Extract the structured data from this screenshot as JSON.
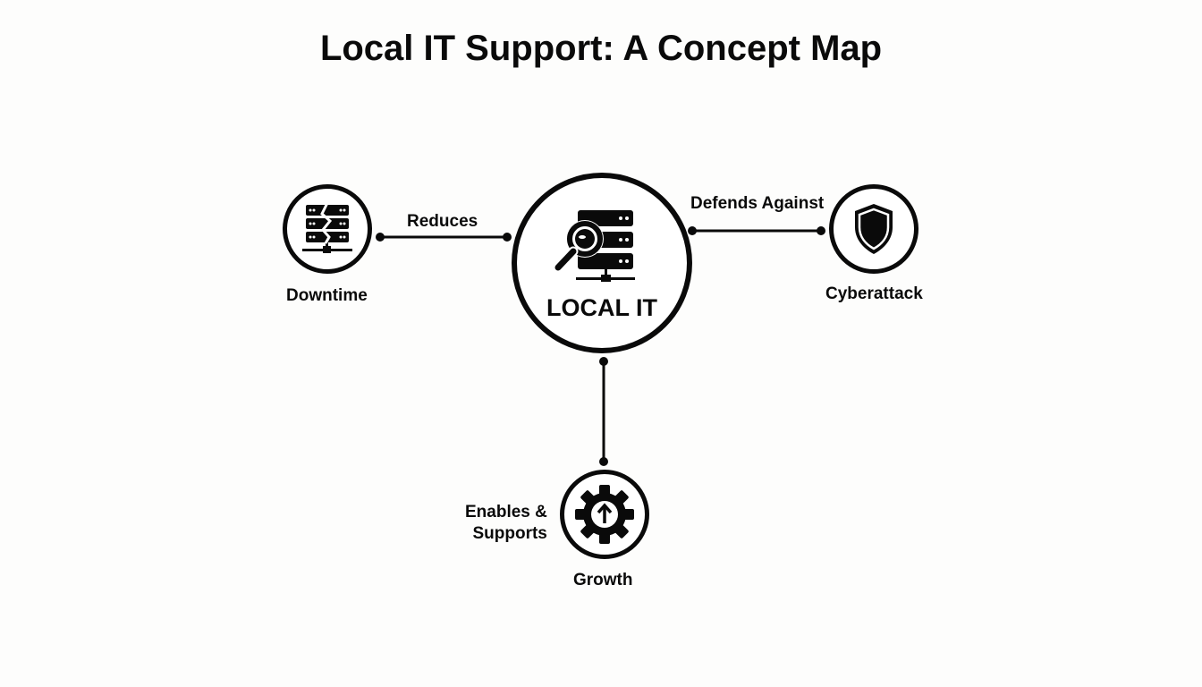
{
  "title": "Local IT Support: A Concept Map",
  "center_node": {
    "label": "LOCAL IT",
    "icon": "server-search-icon"
  },
  "nodes": [
    {
      "id": "downtime",
      "label": "Downtime",
      "icon": "broken-server-icon"
    },
    {
      "id": "cyberattack",
      "label": "Cyberattack",
      "icon": "shield-icon"
    },
    {
      "id": "growth",
      "label": "Growth",
      "icon": "gear-arrow-up-icon"
    }
  ],
  "edges": [
    {
      "from": "LOCAL IT",
      "to": "Downtime",
      "label": "Reduces"
    },
    {
      "from": "LOCAL IT",
      "to": "Cyberattack",
      "label": "Defends Against"
    },
    {
      "from": "LOCAL IT",
      "to": "Growth",
      "label_line1": "Enables &",
      "label_line2": "Supports"
    }
  ],
  "colors": {
    "stroke": "#0a0a0a",
    "background": "#fdfdfc"
  }
}
